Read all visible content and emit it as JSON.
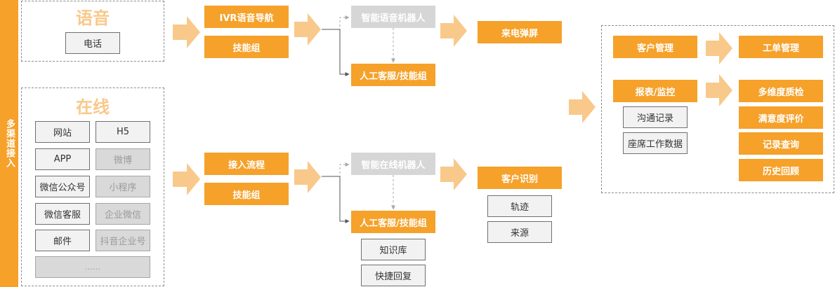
{
  "sidebar": {
    "label": "多渠道接入"
  },
  "voice": {
    "title": "语音",
    "channels": [
      "电话"
    ],
    "stage1": [
      "IVR语音导航",
      "技能组"
    ],
    "robot": "智能语音机器人",
    "human": "人工客服/技能组",
    "output": "来电弹屏"
  },
  "online": {
    "title": "在线",
    "channels": [
      {
        "label": "网站",
        "enabled": true
      },
      {
        "label": "H5",
        "enabled": true
      },
      {
        "label": "APP",
        "enabled": true
      },
      {
        "label": "微博",
        "enabled": false
      },
      {
        "label": "微信公众号",
        "enabled": true
      },
      {
        "label": "小程序",
        "enabled": false
      },
      {
        "label": "微信客服",
        "enabled": true
      },
      {
        "label": "企业微信",
        "enabled": false
      },
      {
        "label": "邮件",
        "enabled": true
      },
      {
        "label": "抖音企业号",
        "enabled": false
      }
    ],
    "more": "……",
    "stage1": [
      "接入流程",
      "技能组"
    ],
    "robot": "智能在线机器人",
    "human": "人工客服/技能组",
    "tools": [
      "知识库",
      "快捷回复"
    ],
    "output": "客户识别",
    "output_items": [
      "轨迹",
      "来源"
    ]
  },
  "management": {
    "customer": "客户管理",
    "ticket": "工单管理",
    "report": "报表/监控",
    "report_items": [
      "沟通记录",
      "座席工作数据"
    ],
    "qa": [
      "多维度质检",
      "满意度评价",
      "记录查询",
      "历史回顾"
    ]
  },
  "colors": {
    "accent": "#f5a12a",
    "arrow": "#f8c98a",
    "disabled": "#d6d6d6"
  }
}
